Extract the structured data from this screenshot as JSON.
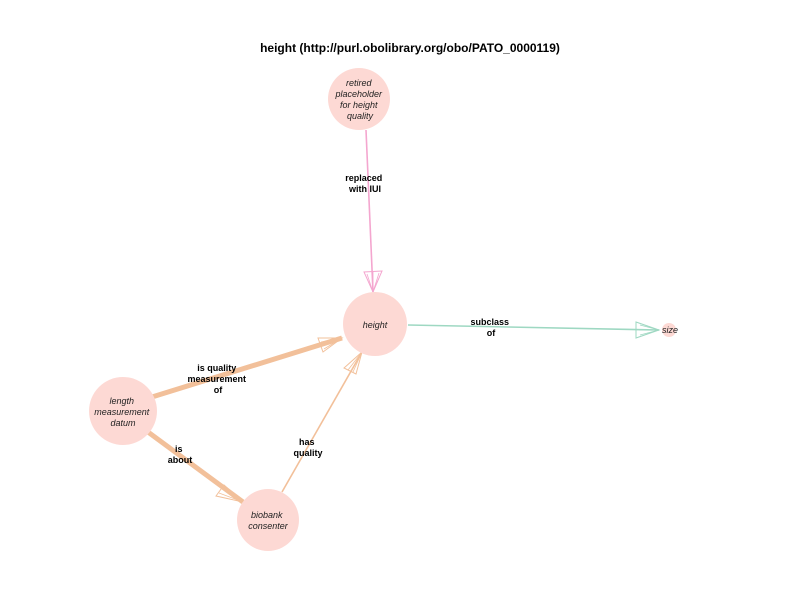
{
  "title": "height (http://purl.obolibrary.org/obo/PATO_0000119)",
  "colors": {
    "node_fill": "#fdd9d4",
    "edge_replaced": "#f4a6cf",
    "edge_subclass": "#9ed8c2",
    "edge_quality": "#f2c09a"
  },
  "nodes": {
    "retired": [
      "retired",
      "placeholder",
      "for height",
      "quality"
    ],
    "height": [
      "height"
    ],
    "size": [
      "size"
    ],
    "length": [
      "length",
      "measurement",
      "datum"
    ],
    "biobank": [
      "biobank",
      "consenter"
    ]
  },
  "edges": {
    "replaced_with_iui": [
      "replaced",
      "with IUI"
    ],
    "subclass_of": [
      "subclass",
      "of"
    ],
    "is_quality_measurement_of": [
      "is quality",
      "measurement",
      "of"
    ],
    "is_about": [
      "is",
      "about"
    ],
    "has_quality": [
      "has",
      "quality"
    ]
  }
}
